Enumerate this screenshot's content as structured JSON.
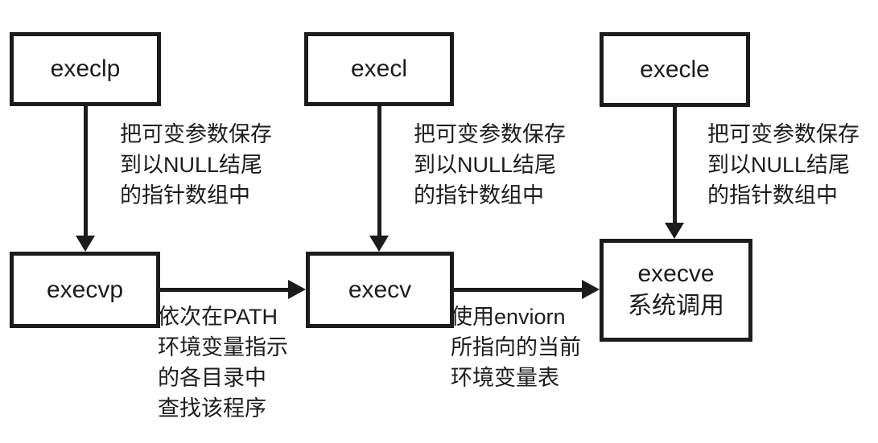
{
  "boxes": {
    "execlp": {
      "label": "execlp"
    },
    "execl": {
      "label": "execl"
    },
    "execle": {
      "label": "execle"
    },
    "execvp": {
      "label": "execvp"
    },
    "execv": {
      "label": "execv"
    },
    "execve": {
      "label": "execve",
      "sublabel": "系统调用"
    }
  },
  "annotations": {
    "execlp_to_execvp": "把可变参数保存\n到以NULL结尾\n的指针数组中",
    "execl_to_execv": "把可变参数保存\n到以NULL结尾\n的指针数组中",
    "execle_to_execve": "把可变参数保存\n到以NULL结尾\n的指针数组中",
    "execvp_to_execv": "依次在PATH\n环境变量指示\n的各目录中\n查找该程序",
    "execv_to_execve": "使用enviorn\n所指向的当前\n环境变量表"
  },
  "colors": {
    "line": "#1c1c1c",
    "text": "#1c1c1c",
    "background": "#ffffff",
    "box_fill": "#ffffff"
  }
}
